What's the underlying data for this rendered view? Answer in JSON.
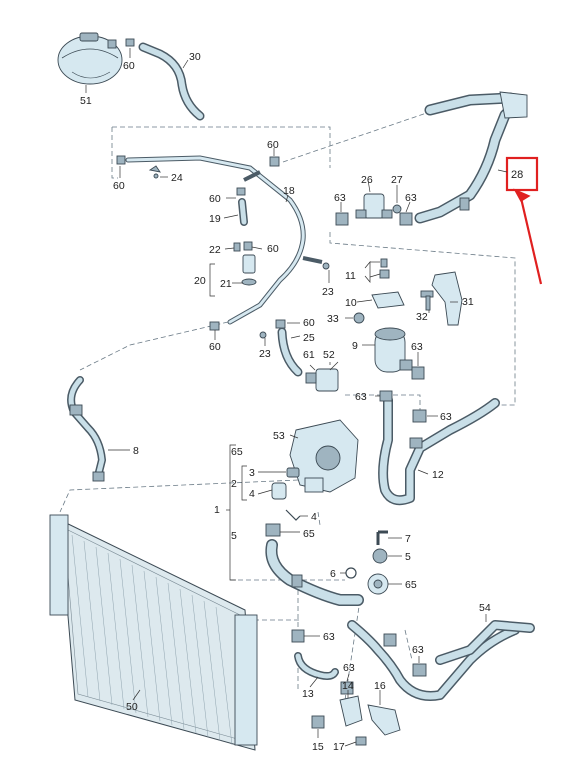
{
  "diagram": {
    "callouts": [
      {
        "id": "label-51",
        "text": "51"
      },
      {
        "id": "label-60-a",
        "text": "60"
      },
      {
        "id": "label-30",
        "text": "30"
      },
      {
        "id": "label-60-b",
        "text": "60"
      },
      {
        "id": "label-60-c",
        "text": "60"
      },
      {
        "id": "label-24",
        "text": "24"
      },
      {
        "id": "label-28",
        "text": "28"
      },
      {
        "id": "label-18",
        "text": "18"
      },
      {
        "id": "label-26",
        "text": "26"
      },
      {
        "id": "label-27",
        "text": "27"
      },
      {
        "id": "label-63-a",
        "text": "63"
      },
      {
        "id": "label-63-b",
        "text": "63"
      },
      {
        "id": "label-60-d",
        "text": "60"
      },
      {
        "id": "label-19",
        "text": "19"
      },
      {
        "id": "label-22",
        "text": "22"
      },
      {
        "id": "label-60-e",
        "text": "60"
      },
      {
        "id": "label-20",
        "text": "20"
      },
      {
        "id": "label-21",
        "text": "21"
      },
      {
        "id": "label-11",
        "text": "11"
      },
      {
        "id": "label-23-a",
        "text": "23"
      },
      {
        "id": "label-10",
        "text": "10"
      },
      {
        "id": "label-31",
        "text": "31"
      },
      {
        "id": "label-33",
        "text": "33"
      },
      {
        "id": "label-32",
        "text": "32"
      },
      {
        "id": "label-60-f",
        "text": "60"
      },
      {
        "id": "label-25",
        "text": "25"
      },
      {
        "id": "label-60-g",
        "text": "60"
      },
      {
        "id": "label-23-b",
        "text": "23"
      },
      {
        "id": "label-52",
        "text": "52"
      },
      {
        "id": "label-9",
        "text": "9"
      },
      {
        "id": "label-63-c",
        "text": "63"
      },
      {
        "id": "label-61",
        "text": "61"
      },
      {
        "id": "label-63-d",
        "text": "63"
      },
      {
        "id": "label-63-e",
        "text": "63"
      },
      {
        "id": "label-8",
        "text": "8"
      },
      {
        "id": "label-53",
        "text": "53"
      },
      {
        "id": "label-65-a",
        "text": "65"
      },
      {
        "id": "label-12",
        "text": "12"
      },
      {
        "id": "label-3",
        "text": "3"
      },
      {
        "id": "label-2",
        "text": "2"
      },
      {
        "id": "label-4-a",
        "text": "4"
      },
      {
        "id": "label-1",
        "text": "1"
      },
      {
        "id": "label-4-b",
        "text": "4"
      },
      {
        "id": "label-65-b",
        "text": "65"
      },
      {
        "id": "label-5-a",
        "text": "5"
      },
      {
        "id": "label-7",
        "text": "7"
      },
      {
        "id": "label-5-b",
        "text": "5"
      },
      {
        "id": "label-6",
        "text": "6"
      },
      {
        "id": "label-65-c",
        "text": "65"
      },
      {
        "id": "label-54",
        "text": "54"
      },
      {
        "id": "label-63-f",
        "text": "63"
      },
      {
        "id": "label-63-g",
        "text": "63"
      },
      {
        "id": "label-50",
        "text": "50"
      },
      {
        "id": "label-63-h",
        "text": "63"
      },
      {
        "id": "label-13",
        "text": "13"
      },
      {
        "id": "label-14",
        "text": "14"
      },
      {
        "id": "label-16",
        "text": "16"
      },
      {
        "id": "label-15",
        "text": "15"
      },
      {
        "id": "label-17",
        "text": "17"
      }
    ],
    "highlight": {
      "label": "28",
      "color": "#e02020"
    },
    "colors": {
      "part_fill": "#d6e8f0",
      "outline": "#3c4a54",
      "hose_inner": "#c9dfe8",
      "leader": "#333333",
      "dash": "#6a7a86"
    }
  }
}
